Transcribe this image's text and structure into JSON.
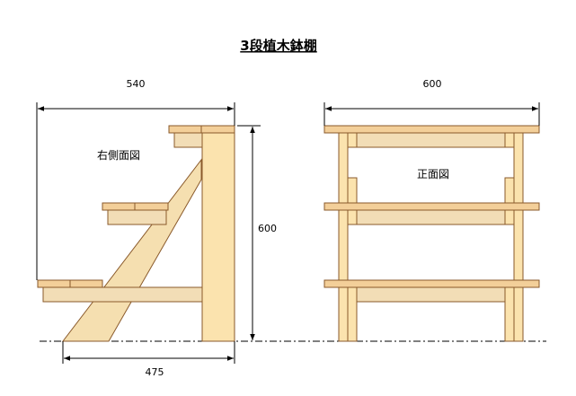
{
  "title": "3段植木鉢棚",
  "side_view": {
    "label": "右側面図",
    "width_top": "540",
    "height": "600",
    "width_bottom": "475"
  },
  "front_view": {
    "label": "正面図",
    "width": "600"
  },
  "colors": {
    "wood_fill": "#f5dfb0",
    "wood_stroke": "#8a5a2b",
    "line": "#000000"
  }
}
